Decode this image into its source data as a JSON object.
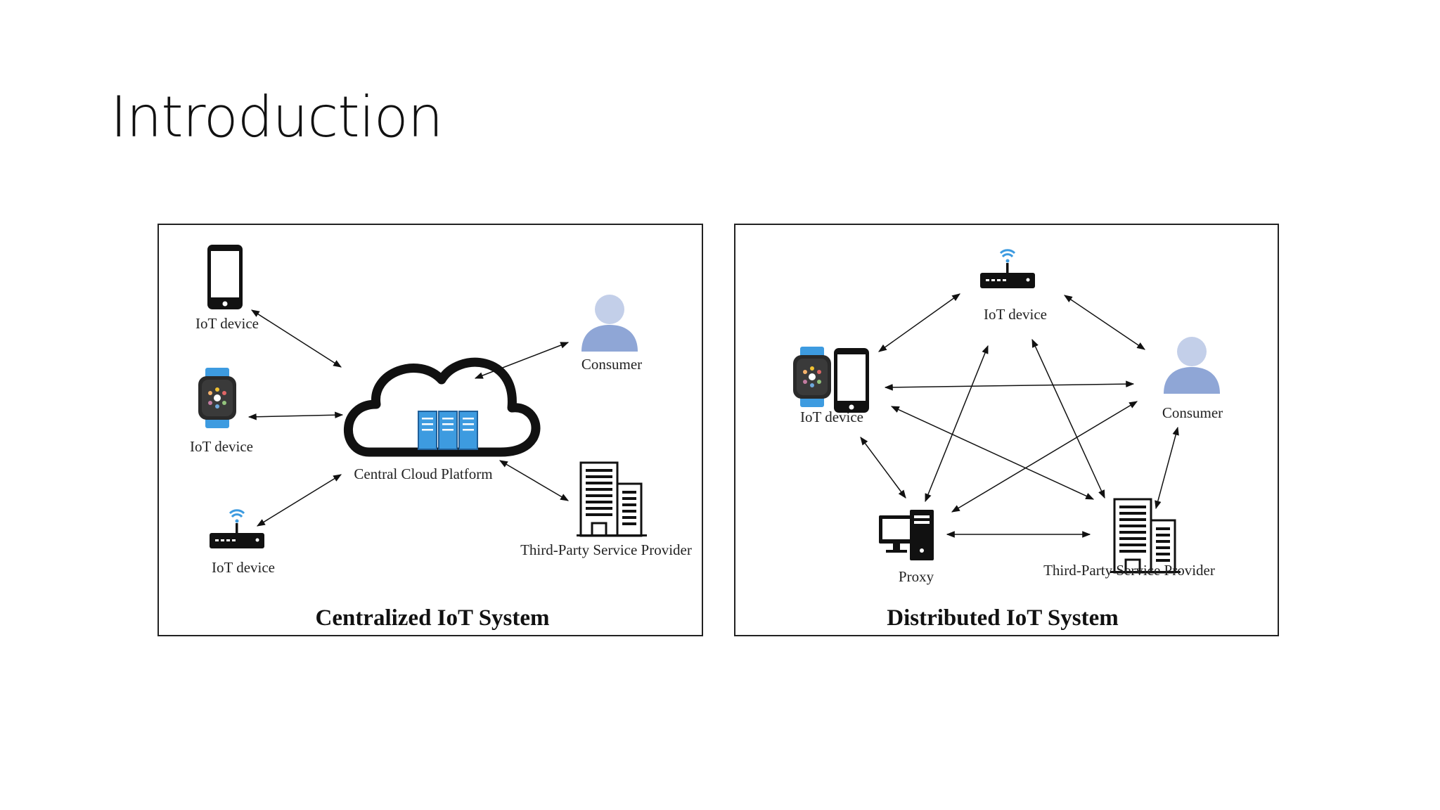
{
  "slide": {
    "title": "Introduction"
  },
  "centralized": {
    "caption": "Centralized IoT System",
    "labels": {
      "phone": "IoT device",
      "watch": "IoT device",
      "router": "IoT device",
      "cloud": "Central Cloud Platform",
      "consumer": "Consumer",
      "provider": "Third-Party Service Provider"
    }
  },
  "distributed": {
    "caption": "Distributed IoT System",
    "labels": {
      "router": "IoT device",
      "devices": "IoT device",
      "consumer": "Consumer",
      "proxy": "Proxy",
      "provider": "Third-Party Service Provider"
    }
  },
  "colors": {
    "accent_blue": "#3d9be0",
    "consumer": "#8fa6d6",
    "ink": "#111111"
  },
  "icons": [
    "smartphone-icon",
    "smartwatch-icon",
    "wifi-router-icon",
    "cloud-server-icon",
    "person-icon",
    "office-building-icon",
    "desktop-computer-icon"
  ]
}
